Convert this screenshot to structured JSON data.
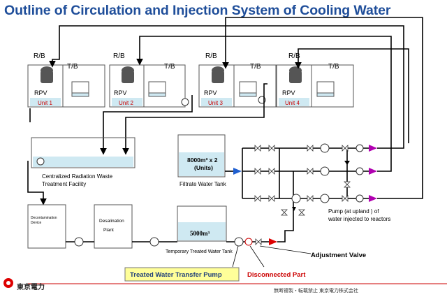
{
  "title": "Outline of Circulation and Injection System of Cooling Water",
  "units": [
    {
      "rb": "R/B",
      "tb": "T/B",
      "rpv": "RPV",
      "name": "Unit 1"
    },
    {
      "rb": "R/B",
      "tb": "T/B",
      "rpv": "RPV",
      "name": "Unit 2"
    },
    {
      "rb": "R/B",
      "tb": "T/B",
      "rpv": "RPV",
      "name": "Unit 3"
    },
    {
      "rb": "R/B",
      "tb": "T/B",
      "rpv": "RPV",
      "name": "Unit 4"
    }
  ],
  "labels": {
    "centralized": "Centralized Radiation Waste",
    "centralized2": "Treatment Facility",
    "filtrate_capacity": "8000m³ x 2",
    "filtrate_units": "(Units)",
    "filtrate_tank": "Filtrate Water Tank",
    "decon1": "Decontamination",
    "decon2": "Device",
    "desal1": "Desalination",
    "desal2": "Plant",
    "temp_capacity": "5000m³",
    "temp_tank": "Temporary Treated Water Tank",
    "pump_note1": "Pump (at upland ) of",
    "pump_note2": "water injected to reactors",
    "adjustment_valve": "Adjustment Valve",
    "transfer_pump": "Treated Water Transfer Pump",
    "disconnected": "Disconnected Part"
  },
  "footer": {
    "company": "東京電力",
    "notice": "無断複製・転載禁止 東京電力株式会社"
  },
  "colors": {
    "title": "#1f4e9a",
    "water": "#cfe9f2",
    "unit_label": "#cc0000",
    "inlet_arrow": "#1f5fd0",
    "outlet_arrow": "#b000b0",
    "disconnect_arrow": "#dd0000",
    "transfer_box": "#ffff99"
  }
}
